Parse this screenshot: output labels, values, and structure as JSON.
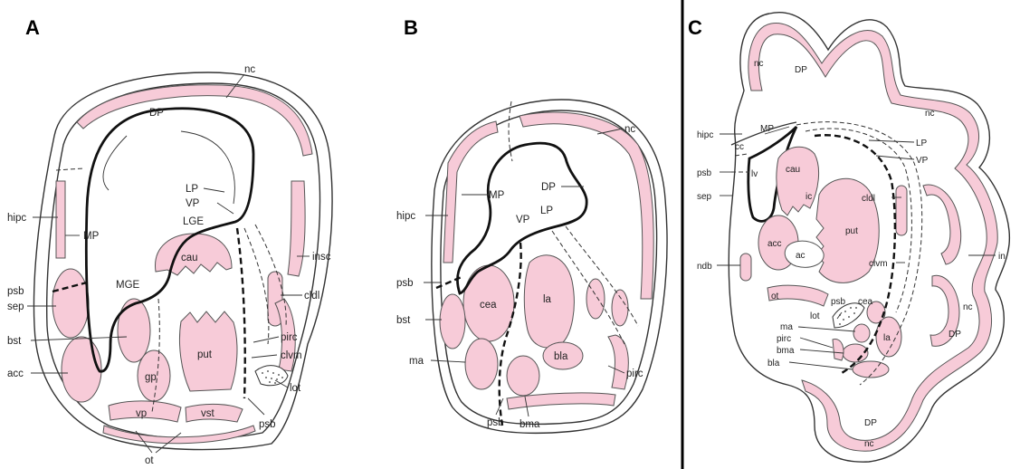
{
  "panels": {
    "A": {
      "letter": "A",
      "labels": {
        "nc": "nc",
        "DP": "DP",
        "LP": "LP",
        "VP": "VP",
        "LGE": "LGE",
        "hipc": "hipc",
        "MP": "MP",
        "insc": "insc",
        "cau": "cau",
        "psb_left": "psb",
        "MGE": "MGE",
        "cldl": "cldl",
        "sep": "sep",
        "bst": "bst",
        "put": "put",
        "pirc": "pirc",
        "clvm": "clvm",
        "acc": "acc",
        "gp": "gp",
        "lot": "lot",
        "vp": "vp",
        "vst": "vst",
        "psb_bottom": "psb",
        "ot": "ot"
      }
    },
    "B": {
      "letter": "B",
      "labels": {
        "nc": "nc",
        "DP": "DP",
        "MP": "MP",
        "hipc": "hipc",
        "LP": "LP",
        "VP": "VP",
        "psb_left": "psb",
        "cea": "cea",
        "la": "la",
        "bst": "bst",
        "bla": "bla",
        "ma": "ma",
        "pirc": "pirc",
        "psb_bottom": "psb",
        "bma": "bma"
      }
    },
    "C": {
      "letter": "C",
      "labels": {
        "nc_top": "nc",
        "DP_top": "DP",
        "nc_right": "nc",
        "hipc": "hipc",
        "MP": "MP",
        "cc": "cc",
        "LP": "LP",
        "VP": "VP",
        "psb": "psb",
        "lv": "lv",
        "cau": "cau",
        "sep": "sep",
        "ic": "ic",
        "cldl": "cldl",
        "put": "put",
        "acc": "acc",
        "ac": "ac",
        "ndb": "ndb",
        "clvm": "clvm",
        "in": "in",
        "ot": "ot",
        "psb2": "psb",
        "cea": "cea",
        "nc_low": "nc",
        "lot": "lot",
        "ma": "ma",
        "pirc": "pirc",
        "la": "la",
        "DP_right": "DP",
        "bma": "bma",
        "bla": "bla",
        "DP_bottom": "DP",
        "nc_bottom": "nc"
      }
    }
  },
  "colors": {
    "region_fill": "#f7cbd8",
    "line": "#333333",
    "background": "#ffffff"
  }
}
